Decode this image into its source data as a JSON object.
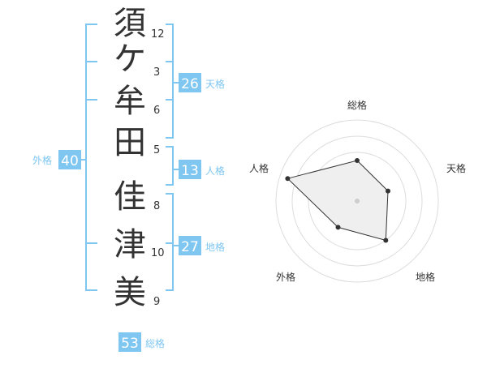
{
  "name": {
    "characters": [
      {
        "char": "須",
        "strokes": "12"
      },
      {
        "char": "ケ",
        "strokes": "3"
      },
      {
        "char": "牟",
        "strokes": "6"
      },
      {
        "char": "田",
        "strokes": "5"
      },
      {
        "char": "佳",
        "strokes": "8"
      },
      {
        "char": "津",
        "strokes": "10"
      },
      {
        "char": "美",
        "strokes": "9"
      }
    ]
  },
  "fortunes": {
    "ten": {
      "label": "天格",
      "value": "26"
    },
    "jin": {
      "label": "人格",
      "value": "13"
    },
    "chi": {
      "label": "地格",
      "value": "27"
    },
    "gai": {
      "label": "外格",
      "value": "40"
    },
    "sou": {
      "label": "総格",
      "value": "53"
    }
  },
  "chart_data": {
    "type": "radar",
    "axes": [
      "総格",
      "天格",
      "地格",
      "外格",
      "人格"
    ],
    "values": [
      2.5,
      2,
      3,
      2,
      4.5
    ],
    "max": 5,
    "rings": [
      1.5,
      3,
      4,
      5
    ],
    "grid": true
  }
}
